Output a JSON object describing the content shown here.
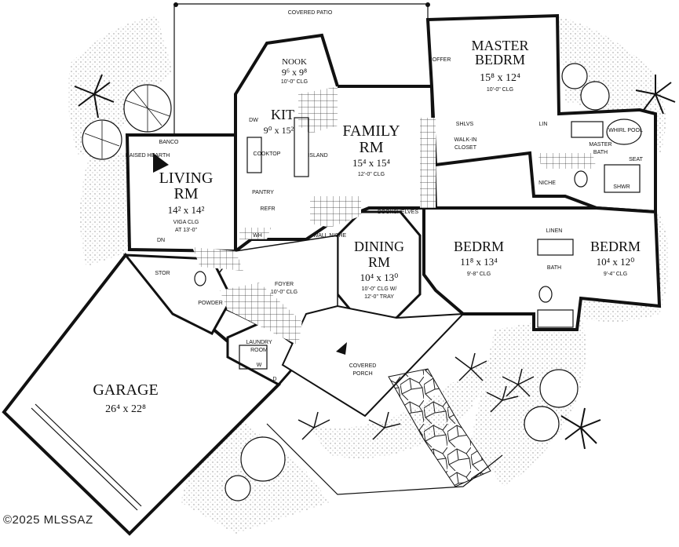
{
  "rooms": {
    "covered_patio": "COVERED PATIO",
    "master_bedrm": {
      "name1": "MASTER",
      "name2": "BEDRM",
      "dims": "15⁸ x 12⁴",
      "clg": "10'-0\" CLG"
    },
    "nook": {
      "name": "NOOK",
      "dims": "9⁶ x 9⁸",
      "clg": "10'-0\" CLG"
    },
    "kit": {
      "name": "KIT",
      "dims": "9⁰ x 15²"
    },
    "family_rm": {
      "name1": "FAMILY",
      "name2": "RM",
      "dims": "15⁴ x 15⁴",
      "clg": "12'-0\" CLG"
    },
    "walkin_closet": {
      "name1": "WALK-IN",
      "name2": "CLOSET"
    },
    "master_bath": {
      "name1": "MASTER",
      "name2": "BATH"
    },
    "living_rm": {
      "name1": "LIVING",
      "name2": "RM",
      "dims": "14² x 14²",
      "clg1": "VIGA CLG",
      "clg2": "AT 13'-0\""
    },
    "dining_rm": {
      "name1": "DINING",
      "name2": "RM",
      "dims": "10⁴ x 13⁰",
      "clg1": "10'-0\" CLG W/",
      "clg2": "12'-0\" TRAY"
    },
    "bedrm_2": {
      "name": "BEDRM",
      "dims": "11⁸ x 13⁴",
      "clg": "9'-8\" CLG"
    },
    "bedrm_3": {
      "name": "BEDRM",
      "dims": "10⁴ x 12⁰",
      "clg": "9'-4\" CLG"
    },
    "bath": "BATH",
    "linen": "LINEN",
    "foyer": {
      "name": "FOYER",
      "clg": "10'-0\" CLG"
    },
    "powder": "POWDER",
    "laundry": {
      "name1": "LAUNDRY",
      "name2": "ROOM"
    },
    "covered_porch": {
      "name1": "COVERED",
      "name2": "PORCH"
    },
    "garage": {
      "name": "GARAGE",
      "dims": "26⁴ x 22⁸"
    },
    "stor": "STOR"
  },
  "small_labels": {
    "banco": "BANCO",
    "raised_hearth": "RAISED HEARTH",
    "pantry": "PANTRY",
    "refr": "REFR",
    "dw": "DW",
    "bookshelves": "BOOKSHELVES",
    "wall_niche": "WALL NICHE",
    "coffer": "COFFER",
    "shlvs": "SHLVS",
    "lin": "LIN",
    "whirl_pool": "WHIRL POOL",
    "seat": "SEAT",
    "shwr": "SHWR",
    "niche": "NICHE",
    "cooktop": "COOKTOP",
    "island": "ISLAND",
    "dn": "DN",
    "wh": "WH",
    "w": "W",
    "d": "D"
  },
  "copyright": "©2025 MLSSAZ"
}
